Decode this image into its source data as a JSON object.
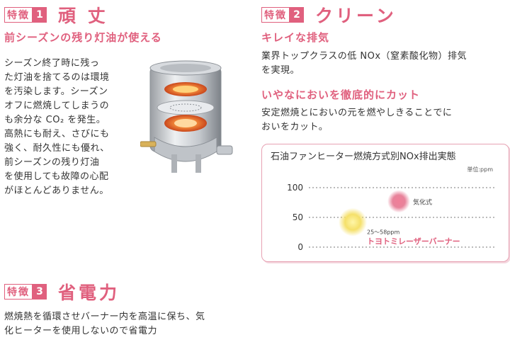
{
  "feature1": {
    "badge": "特徴",
    "number": "1",
    "title": "頑 丈",
    "subtitle": "前シーズンの残り灯油が使える",
    "body": [
      "シーズン終了時に残っ",
      "た灯油を捨てるのは環境",
      "を汚染します。シーズン",
      "オフに燃焼してしまうの",
      "も余分な CO₂ を発生。",
      "高熱にも耐え、さびにも",
      "強く、耐久性にも優れ、",
      "前シーズンの残り灯油",
      "を使用しても故障の心配",
      "がほとんどありません。"
    ]
  },
  "feature2": {
    "badge": "特徴",
    "number": "2",
    "title": "クリーン",
    "subtitle": "キレイな排気",
    "body": [
      "業界トップクラスの低 NOx（窒素酸化物）排気",
      "を実現。"
    ],
    "subtitle2": "いやなにおいを徹底的にカット",
    "body2": [
      "安定燃焼とにおいの元を燃やしきることでに",
      "おいをカット。"
    ]
  },
  "feature3": {
    "badge": "特徴",
    "number": "3",
    "title": "省電力",
    "body": [
      "燃焼熱を循環させバーナー内を高温に保ち、気",
      "化ヒーターを使用しないので省電力"
    ]
  },
  "chart_data": {
    "type": "scatter",
    "title": "石油ファンヒーター燃焼方式別NOx排出実態",
    "unit": "単位:ppm",
    "y_ticks": [
      100,
      50,
      0
    ],
    "ylim": [
      0,
      100
    ],
    "grid": true,
    "points": [
      {
        "label": "気化式",
        "y": 77,
        "color": "#e8839b"
      },
      {
        "label": "トヨトミレーザーバーナー",
        "range_label": "25〜58ppm",
        "y": 42,
        "color": "#f5e06a"
      }
    ]
  },
  "colors": {
    "accent": "#e0607e",
    "chart_border": "#e7a2b3"
  }
}
